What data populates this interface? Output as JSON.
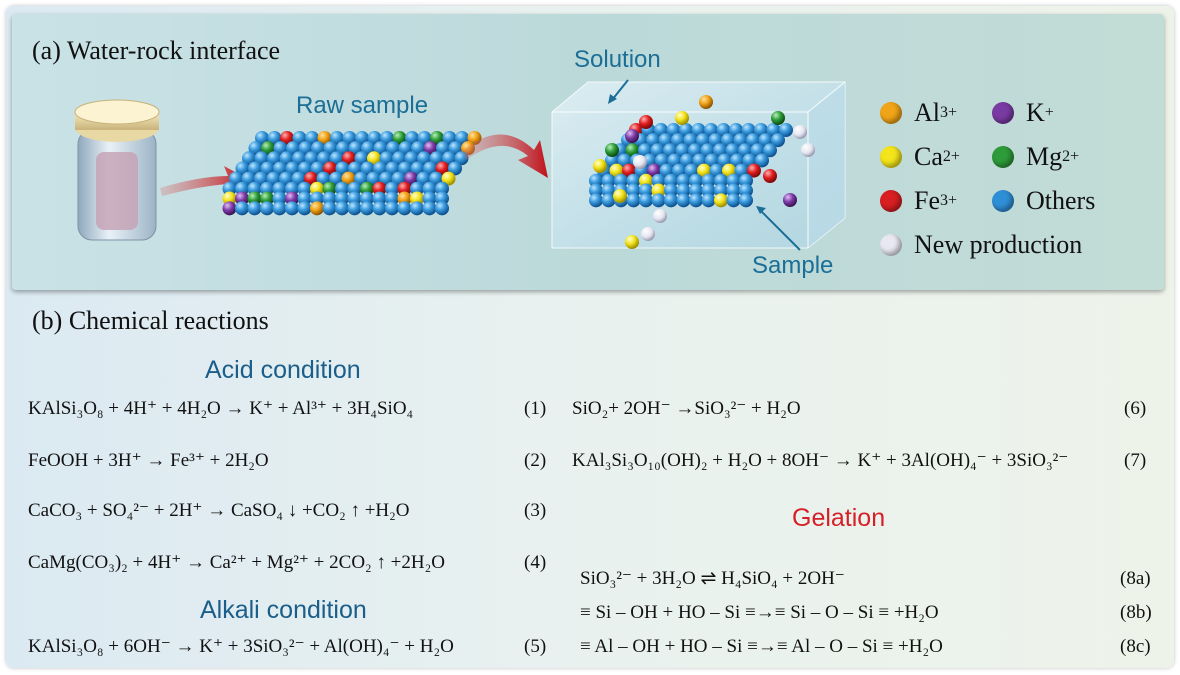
{
  "panel_a": {
    "title": "(a) Water-rock interface",
    "raw_sample_label": "Raw sample",
    "solution_label": "Solution",
    "sample_label": "Sample",
    "legend": [
      {
        "label": "Al",
        "charge": "3+",
        "color": "#f0a418",
        "icon": "al-ion-dot"
      },
      {
        "label": "K",
        "charge": "+",
        "color": "#7a3aa3",
        "icon": "k-ion-dot"
      },
      {
        "label": "Ca",
        "charge": "2+",
        "color": "#f3e41b",
        "icon": "ca-ion-dot"
      },
      {
        "label": "Mg",
        "charge": "2+",
        "color": "#2e9b3a",
        "icon": "mg-ion-dot"
      },
      {
        "label": "Fe",
        "charge": "3+",
        "color": "#d81f22",
        "icon": "fe-ion-dot"
      },
      {
        "label": "Others",
        "charge": "",
        "color": "#2f8fd6",
        "icon": "others-dot"
      },
      {
        "label": "New production",
        "charge": "",
        "color": "#e8e8f2",
        "icon": "new-production-dot"
      }
    ]
  },
  "panel_b": {
    "title": "(b) Chemical reactions",
    "acid_heading": "Acid condition",
    "alkali_heading": "Alkali condition",
    "gelation_heading": "Gelation",
    "equations_left": [
      {
        "eq": "KAlSi₃O₈ + 4H⁺ + 4H₂O → K⁺ + Al³⁺ + 3H₄SiO₄",
        "num": "(1)"
      },
      {
        "eq": "FeOOH + 3H⁺ → Fe³⁺ + 2H₂O",
        "num": "(2)"
      },
      {
        "eq": "CaCO₃ + SO₄²⁻ + 2H⁺ → CaSO₄ ↓ +CO₂ ↑ +H₂O",
        "num": "(3)"
      },
      {
        "eq": "CaMg(CO₃)₂ + 4H⁺ → Ca²⁺ + Mg²⁺ + 2CO₂ ↑ +2H₂O",
        "num": "(4)"
      },
      {
        "eq": "KAlSi₃O₈ + 6OH⁻ → K⁺ + 3SiO₃²⁻ + Al(OH)₄⁻ + H₂O",
        "num": "(5)"
      }
    ],
    "equations_right": [
      {
        "eq": "SiO₂+ 2OH⁻ →SiO₃²⁻ + H₂O",
        "num": "(6)"
      },
      {
        "eq": "KAl₃Si₃O₁₀(OH)₂ + H₂O + 8OH⁻ → K⁺ + 3Al(OH)₄⁻ + 3SiO₃²⁻",
        "num": "(7)"
      }
    ],
    "equations_gel": [
      {
        "eq": "SiO₃²⁻ + 3H₂O ⇌ H₄SiO₄ + 2OH⁻",
        "num": "(8a)"
      },
      {
        "eq": "≡ Si – OH + HO – Si ≡→≡ Si – O – Si ≡ +H₂O",
        "num": "(8b)"
      },
      {
        "eq": "≡ Al – OH + HO – Si ≡→≡ Al – O – Si ≡ +H₂O",
        "num": "(8c)"
      }
    ]
  }
}
